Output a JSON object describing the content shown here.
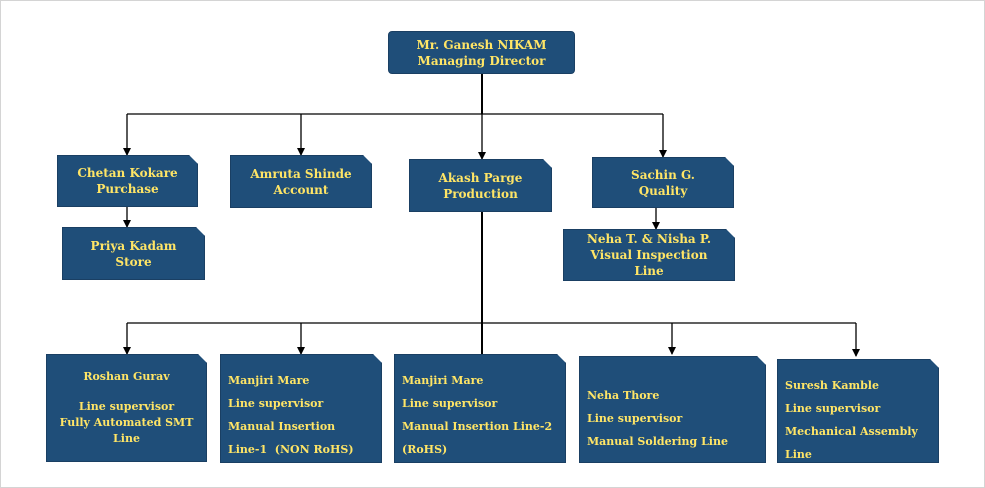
{
  "chart": {
    "top": {
      "name": "Mr. Ganesh NIKAM",
      "role": "Managing Director"
    },
    "purchase": {
      "name": "Chetan Kokare",
      "role": "Purchase"
    },
    "account": {
      "name": "Amruta Shinde",
      "role": "Account"
    },
    "production": {
      "name": "Akash Parge",
      "role": "Production"
    },
    "quality": {
      "name": "Sachin G.",
      "role": "Quality"
    },
    "store": {
      "name": "Priya Kadam",
      "role": "Store"
    },
    "visual": {
      "name": "Neha T. & Nisha P.",
      "role": "Visual Inspection",
      "role2": "Line"
    },
    "lines": [
      {
        "name": "Roshan Gurav",
        "role": "Line supervisor",
        "area": "Fully Automated SMT",
        "area2": "Line"
      },
      {
        "name": "Manjiri Mare",
        "role": "Line supervisor",
        "area": "Manual Insertion",
        "area2": "Line-1  (NON RoHS)"
      },
      {
        "name": "Manjiri Mare",
        "role": "Line supervisor",
        "area": "Manual Insertion Line-2",
        "area2": "(RoHS)"
      },
      {
        "name": "Neha Thore",
        "role": "Line supervisor",
        "area": "Manual Soldering Line"
      },
      {
        "name": "Suresh Kamble",
        "role": "Line supervisor",
        "area": "Mechanical Assembly",
        "area2": "Line"
      }
    ]
  },
  "colors": {
    "box_fill": "#1f4e79",
    "box_text": "#ffe566",
    "connector": "#000000"
  }
}
